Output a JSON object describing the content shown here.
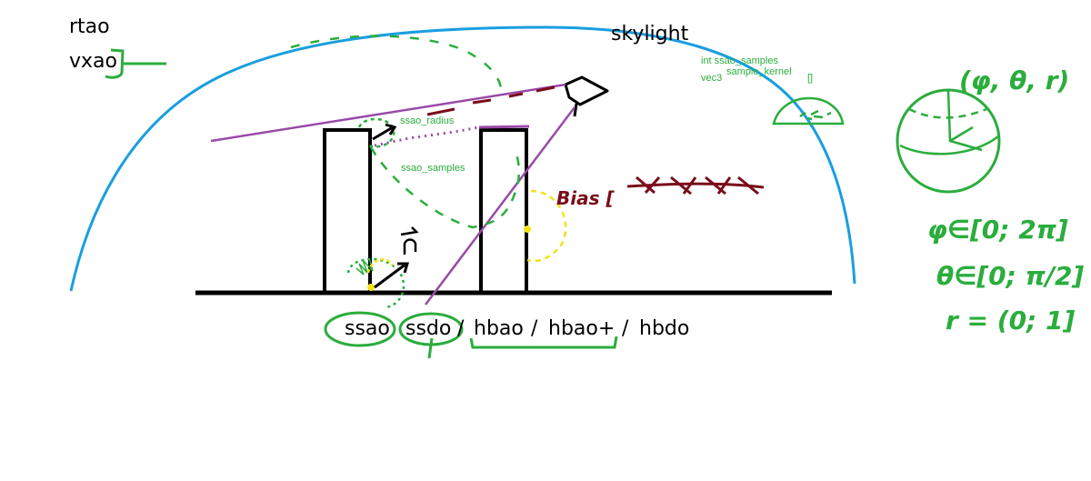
{
  "labels": {
    "rtao": "rtao",
    "vxao": "vxao",
    "skylight": "skylight",
    "int_ssao_samples": "int ssao_samples",
    "vec3": "vec3",
    "sample_kernel": "sample_kernel",
    "brackets": "[]",
    "ssao_radius": "ssao_radius",
    "ssao_samples": "ssao_samples",
    "bias": "Bias [",
    "ssao": "ssao",
    "ssdo": "ssdo",
    "sep1": "/",
    "hbao": "hbao",
    "sep2": "/",
    "hbao_plus": "hbao+",
    "sep3": "/",
    "hbdo": "hbdo"
  },
  "formulas": {
    "spherical": "(φ, θ, r)",
    "phi_range": "φ∈[0; 2π]",
    "theta_range": "θ∈[0; π/2]",
    "r_range": "r = (0; 1]"
  },
  "colors": {
    "sky": "#1a9ee0",
    "green": "#2aad3c",
    "purple": "#9a4aa8",
    "darkred": "#7a0c1a",
    "yellow": "#f2e21a",
    "black": "#000000"
  }
}
